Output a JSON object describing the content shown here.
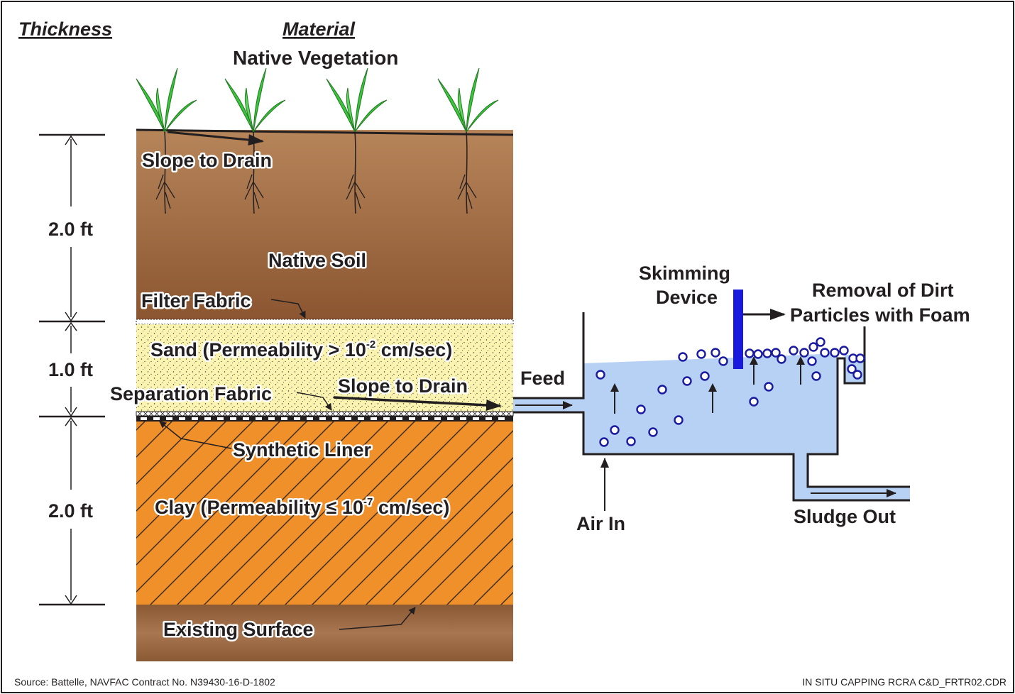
{
  "headers": {
    "thickness": "Thickness",
    "material": "Material"
  },
  "layers": {
    "vegetation": "Native Vegetation",
    "slope_top": "Slope to Drain",
    "native_soil": "Native Soil",
    "filter_fabric": "Filter Fabric",
    "sand_prefix": "Sand (Permeability > 10",
    "sand_exp": "-2",
    "sand_suffix": " cm/sec)",
    "separation_fabric": "Separation Fabric",
    "slope_mid": "Slope to Drain",
    "synthetic_liner": "Synthetic Liner",
    "clay_prefix": "Clay (Permeability ≤ 10",
    "clay_exp": "-7",
    "clay_suffix": " cm/sec)",
    "existing_surface": "Existing Surface"
  },
  "thicknesses": [
    "2.0 ft",
    "1.0 ft",
    "2.0 ft"
  ],
  "flotation": {
    "feed": "Feed",
    "skimming_line1": "Skimming",
    "skimming_line2": "Device",
    "removal_line1": "Removal of Dirt",
    "removal_line2": "Particles with Foam",
    "air_in": "Air In",
    "sludge_out": "Sludge Out"
  },
  "colors": {
    "soil": "#a86e3f",
    "sand": "#fbf3b0",
    "clay": "#f0902a",
    "water": "#b7d1f5",
    "skimmer": "#1a1adf",
    "bubble_stroke": "#1a1aa0",
    "plant": "#3cc43c"
  },
  "footer": {
    "source": "Source: Battelle, NAVFAC Contract No. N39430-16-D-1802",
    "file": "IN SITU CAPPING RCRA C&D_FRTR02.CDR"
  }
}
